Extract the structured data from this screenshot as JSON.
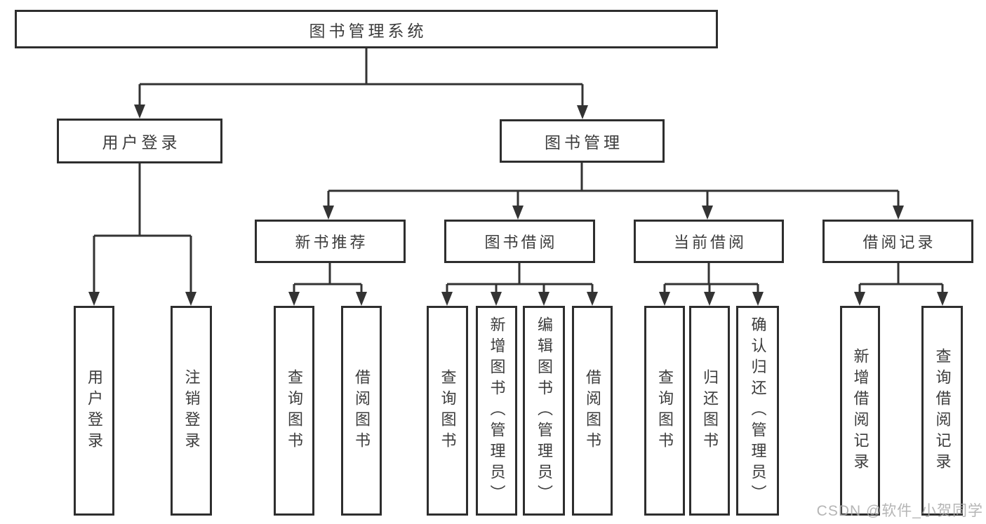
{
  "diagram": {
    "title": "图书管理系统",
    "watermark": "CSDN @软件_小贺同学",
    "colors": {
      "line": "#333333",
      "box_border": "#2e2e2e",
      "box_fill": "#ffffff",
      "text": "#3c3c3c",
      "watermark": "#a8a8a8"
    },
    "tree": {
      "root": {
        "label": "图书管理系统",
        "children": [
          {
            "label": "用户登录",
            "children": [
              {
                "label": "用户登录"
              },
              {
                "label": "注销登录"
              }
            ]
          },
          {
            "label": "图书管理",
            "children": [
              {
                "label": "新书推荐",
                "children": [
                  {
                    "label": "查询图书"
                  },
                  {
                    "label": "借阅图书"
                  }
                ]
              },
              {
                "label": "图书借阅",
                "children": [
                  {
                    "label": "查询图书"
                  },
                  {
                    "label": "新增图书（管理员）"
                  },
                  {
                    "label": "编辑图书（管理员）"
                  },
                  {
                    "label": "借阅图书"
                  }
                ]
              },
              {
                "label": "当前借阅",
                "children": [
                  {
                    "label": "查询图书"
                  },
                  {
                    "label": "归还图书"
                  },
                  {
                    "label": "确认归还（管理员）"
                  }
                ]
              },
              {
                "label": "借阅记录",
                "children": [
                  {
                    "label": "新增借阅记录"
                  },
                  {
                    "label": "查询借阅记录"
                  }
                ]
              }
            ]
          }
        ]
      }
    }
  }
}
